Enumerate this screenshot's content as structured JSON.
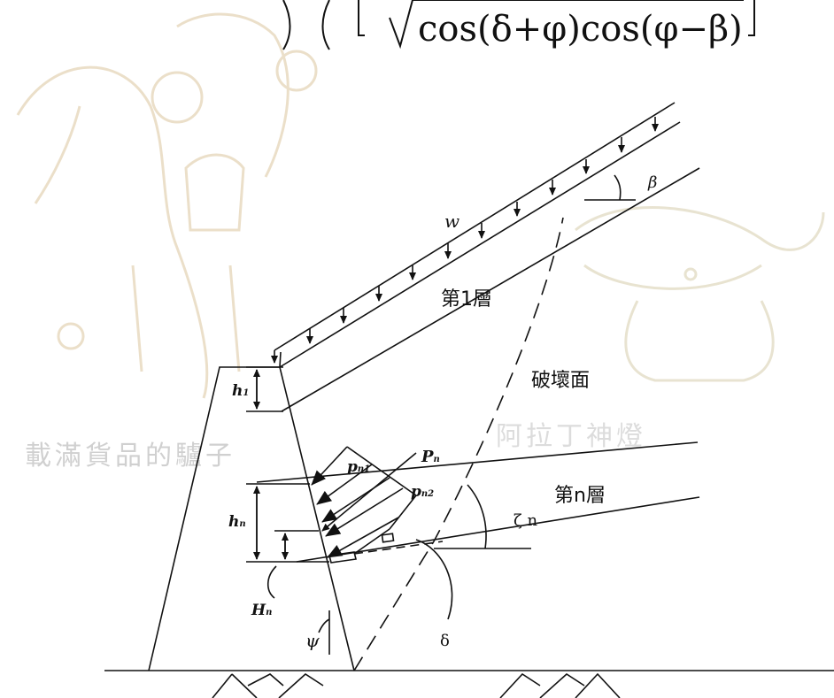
{
  "formula": {
    "text": "cos(δ+φ)cos(φ−β)"
  },
  "labels": {
    "w": "w",
    "beta": "β",
    "layer1": "第1層",
    "failure_surface": "破壞面",
    "h1": "h",
    "h1_sub": "1",
    "pn1": "p",
    "pn1_sub": "n1",
    "Pn": "P",
    "Pn_sub": "n",
    "pn2": "p",
    "pn2_sub": "n2",
    "layern": "第n層",
    "zeta_n": "ζ n",
    "hn": "h",
    "hn_sub": "n",
    "Hn": "H",
    "Hn_sub": "n",
    "psi": "ψ",
    "delta": "δ"
  },
  "watermarks": {
    "left": "載滿貨品的驢子",
    "right": "阿拉丁神燈"
  },
  "colors": {
    "line": "#111111",
    "watermark": "#d0d0d0"
  }
}
